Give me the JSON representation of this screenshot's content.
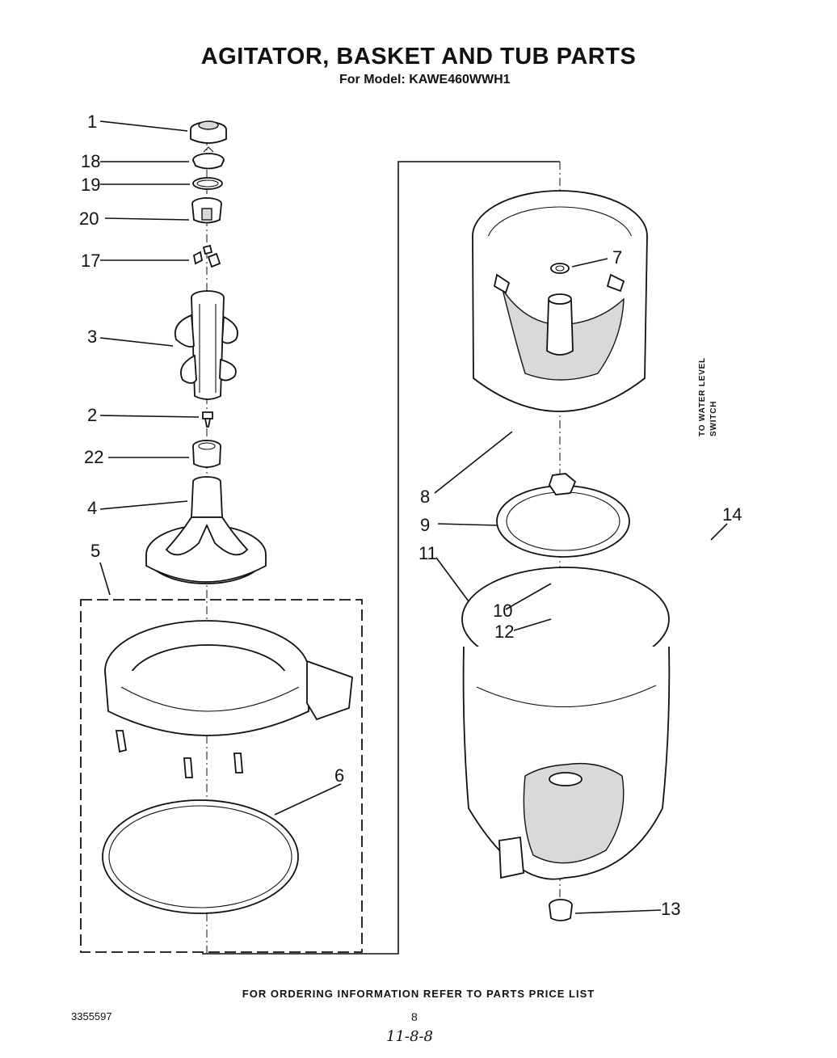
{
  "header": {
    "title": "AGITATOR, BASKET AND TUB PARTS",
    "subtitle": "For Model: KAWE460WWH1"
  },
  "callouts": [
    "1",
    "18",
    "19",
    "20",
    "17",
    "3",
    "2",
    "22",
    "4",
    "5",
    "6",
    "7",
    "8",
    "9",
    "11",
    "10",
    "12",
    "13",
    "14"
  ],
  "side_label": {
    "line1": "TO WATER LEVEL",
    "line2": "SWITCH"
  },
  "footer": {
    "note": "FOR ORDERING INFORMATION REFER TO PARTS PRICE LIST",
    "doc_number": "3355597",
    "page_number": "8",
    "handwritten": "11-8-8"
  }
}
